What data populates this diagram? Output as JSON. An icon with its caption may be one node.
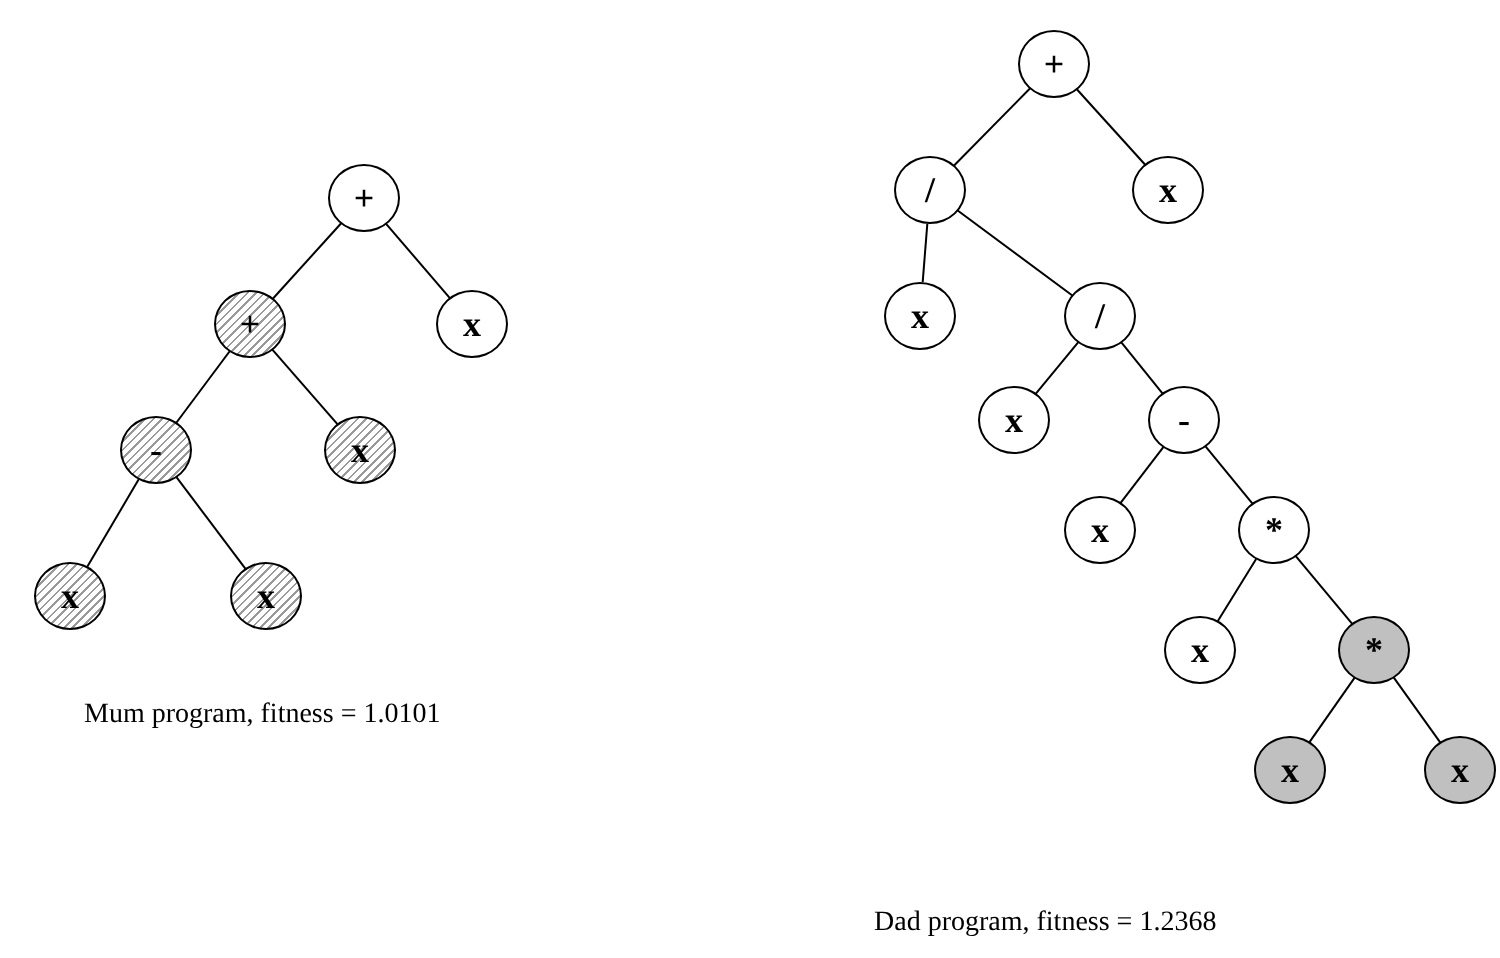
{
  "diagram": {
    "nodes": [
      {
        "text": [
          "+"
        ]
      },
      {
        "text": [
          "+"
        ]
      },
      {
        "text": [
          "x"
        ]
      },
      {
        "text": [
          "-"
        ]
      },
      {
        "text": [
          "x"
        ]
      },
      {
        "text": [
          "x"
        ]
      },
      {
        "text": [
          "x"
        ]
      },
      {
        "text": [
          "+"
        ]
      },
      {
        "text": [
          "/"
        ]
      },
      {
        "text": [
          "x"
        ]
      },
      {
        "text": [
          "x"
        ]
      },
      {
        "text": [
          "/"
        ]
      },
      {
        "text": [
          "x"
        ]
      },
      {
        "text": [
          "-"
        ]
      },
      {
        "text": [
          "x"
        ]
      },
      {
        "text": [
          "*"
        ]
      },
      {
        "text": [
          "x"
        ]
      },
      {
        "text": [
          "*"
        ]
      },
      {
        "text": [
          "x"
        ]
      },
      {
        "text": [
          "x"
        ]
      }
    ],
    "edges": [
      {
        "from": 0,
        "to": 1,
        "arrow": "none"
      },
      {
        "from": 0,
        "to": 2,
        "arrow": "none"
      },
      {
        "from": 1,
        "to": 3,
        "arrow": "none"
      },
      {
        "from": 1,
        "to": 4,
        "arrow": "none"
      },
      {
        "from": 3,
        "to": 5,
        "arrow": "none"
      },
      {
        "from": 3,
        "to": 6,
        "arrow": "none"
      },
      {
        "from": 7,
        "to": 8,
        "arrow": "none"
      },
      {
        "from": 7,
        "to": 9,
        "arrow": "none"
      },
      {
        "from": 8,
        "to": 10,
        "arrow": "none"
      },
      {
        "from": 8,
        "to": 11,
        "arrow": "none"
      },
      {
        "from": 11,
        "to": 12,
        "arrow": "none"
      },
      {
        "from": 11,
        "to": 13,
        "arrow": "none"
      },
      {
        "from": 13,
        "to": 14,
        "arrow": "none"
      },
      {
        "from": 13,
        "to": 15,
        "arrow": "none"
      },
      {
        "from": 15,
        "to": 16,
        "arrow": "none"
      },
      {
        "from": 15,
        "to": 17,
        "arrow": "none"
      },
      {
        "from": 17,
        "to": 18,
        "arrow": "none"
      },
      {
        "from": 17,
        "to": 19,
        "arrow": "none"
      }
    ],
    "labels": [
      "Mum program, fitness = 1.0101",
      "Dad program, fitness = 1.2368"
    ]
  }
}
